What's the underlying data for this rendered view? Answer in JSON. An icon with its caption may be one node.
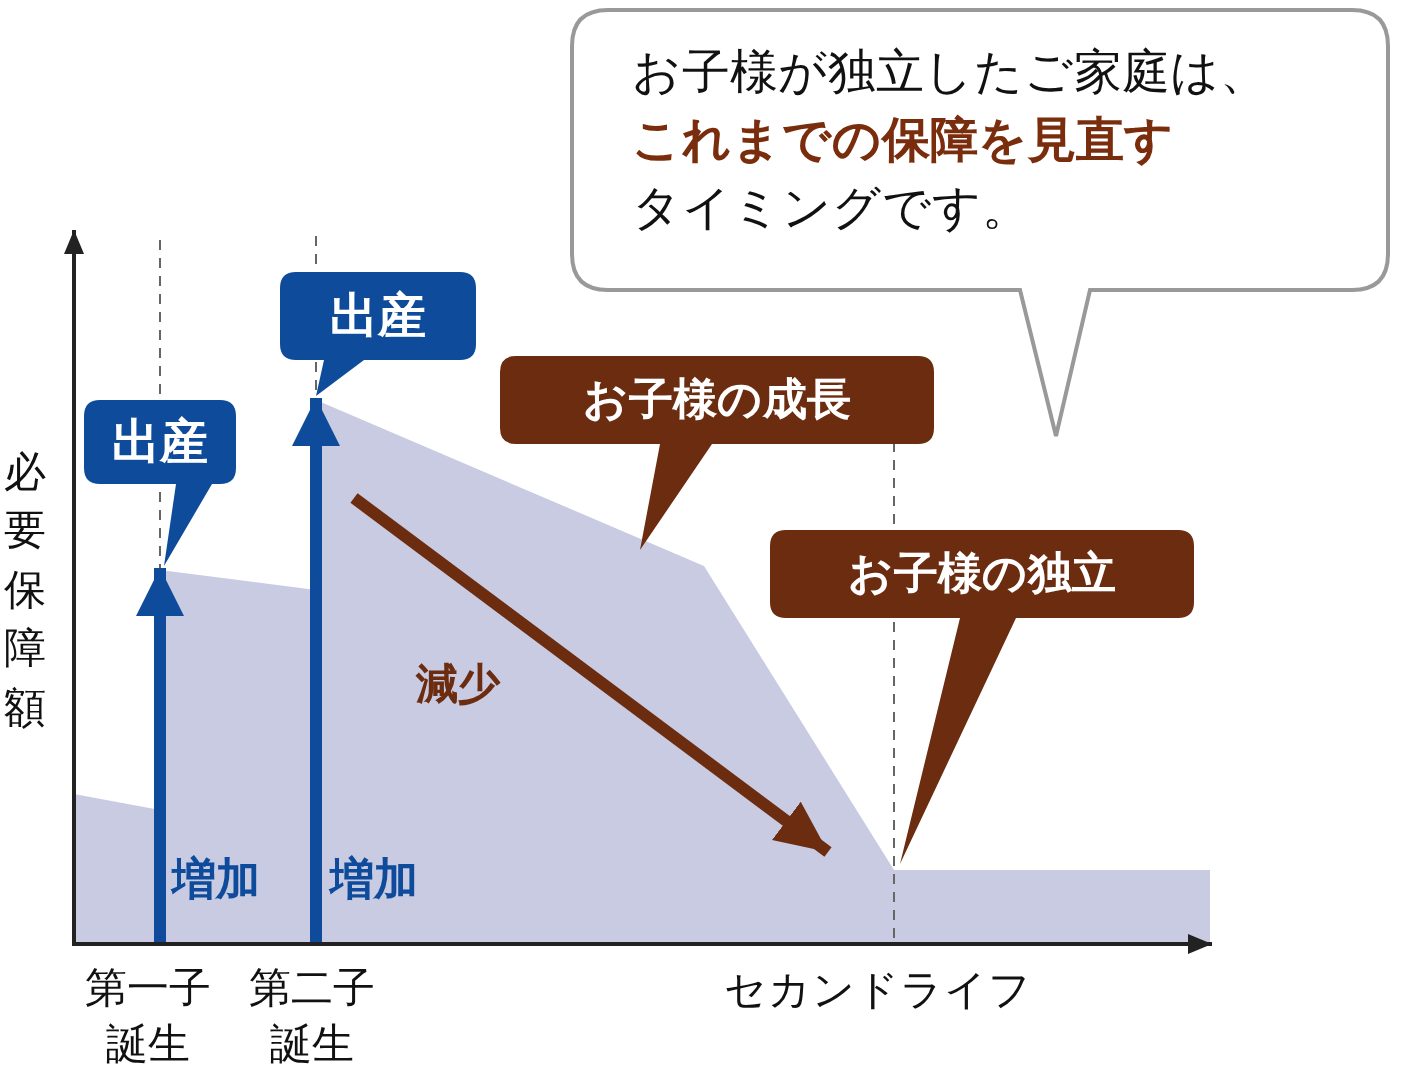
{
  "diagram": {
    "nodes": [
      {
        "text": [
          "お子様が独立したご家庭は、**これまでの保障を見直す**タイミングです。"
        ]
      },
      {
        "text": [
          "出産"
        ]
      },
      {
        "text": [
          "出産"
        ]
      },
      {
        "text": [
          "お子様の成長"
        ]
      },
      {
        "text": [
          "お子様の独立"
        ]
      }
    ],
    "labels": [
      "必要保障額",
      "増加",
      "増加",
      "減少",
      "第一子誕生",
      "第二子誕生",
      "セカンドライフ"
    ]
  }
}
